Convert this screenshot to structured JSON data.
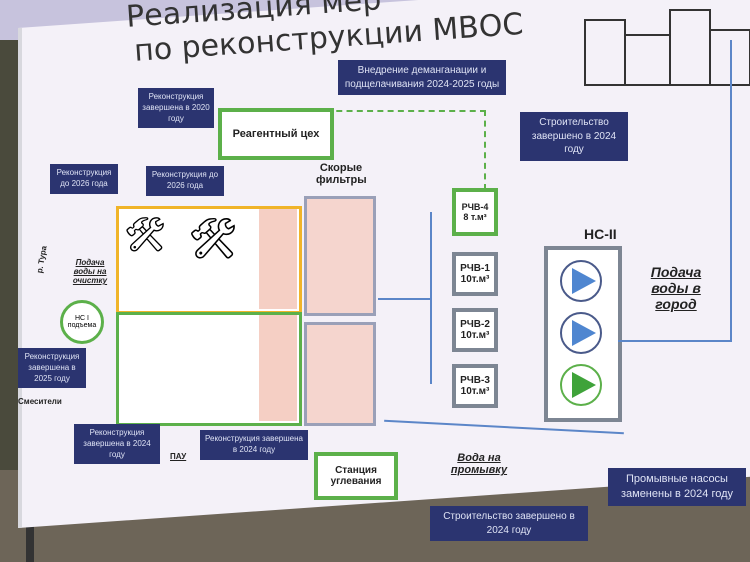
{
  "title": {
    "line1": "Реализация мер",
    "line2": "по реконструкции МВОС"
  },
  "callouts": {
    "reagent_2020": "Реконструкция завершена в 2020 году",
    "demangan": "Внедрение деманганации и подщелачивания 2024-2025 годы",
    "recon_2026_a": "Реконструкция до 2026 года",
    "recon_2026_b": "Реконструкция до 2026 года",
    "rchv4_built": "Строительство завершено в 2024 году",
    "ns1_2025": "Реконструкция завершена в 2025 году",
    "mixers_2024": "Реконструкция завершена в 2024 году",
    "settlers_2024": "Реконструкция завершена в 2024 году",
    "coal_built": "Строительство завершено в 2024 году",
    "pumps_replaced": "Промывные насосы заменены в 2024 году"
  },
  "nodes": {
    "reagent": "Реагентный цех",
    "filters": "Скорые фильтры",
    "ns1": "НС I подъема",
    "mixers": "Смесители",
    "river": "р. Тура",
    "intake": "Подача воды на очистку",
    "pau": "ПАУ",
    "coal": "Станция углевания",
    "wash": "Вода на промывку",
    "ns2": "НС-II",
    "city": "Подача воды в город",
    "tanks": [
      {
        "name": "РЧВ-4",
        "vol": "8 т.м³"
      },
      {
        "name": "РЧВ-1",
        "vol": "10т.м³"
      },
      {
        "name": "РЧВ-2",
        "vol": "10т.м³"
      },
      {
        "name": "РЧВ-3",
        "vol": "10т.м³"
      }
    ]
  },
  "colors": {
    "callout": "#2b3470",
    "new": "#5cb04a",
    "planned": "#f0b429",
    "pipe": "#5b86c8"
  }
}
